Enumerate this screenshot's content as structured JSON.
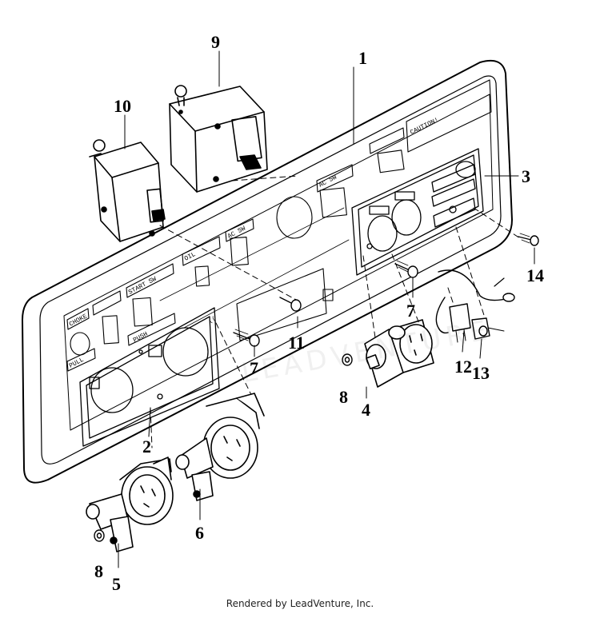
{
  "parts": [
    {
      "id": "p1",
      "label": "1"
    },
    {
      "id": "p2",
      "label": "2"
    },
    {
      "id": "p3",
      "label": "3"
    },
    {
      "id": "p4",
      "label": "4"
    },
    {
      "id": "p5",
      "label": "5"
    },
    {
      "id": "p6",
      "label": "6"
    },
    {
      "id": "p7a",
      "label": "7"
    },
    {
      "id": "p7b",
      "label": "7"
    },
    {
      "id": "p8a",
      "label": "8"
    },
    {
      "id": "p8b",
      "label": "8"
    },
    {
      "id": "p9",
      "label": "9"
    },
    {
      "id": "p10",
      "label": "10"
    },
    {
      "id": "p11",
      "label": "11"
    },
    {
      "id": "p12",
      "label": "12"
    },
    {
      "id": "p13",
      "label": "13"
    },
    {
      "id": "p14",
      "label": "14"
    }
  ],
  "panel_labels": {
    "choke": "CHOKE",
    "start": "START SW",
    "ac_sw_1": "AC SW",
    "ac_sw_2": "AC SW",
    "caution": "CAUTION!",
    "oil": "OIL",
    "push": "PUSH",
    "pull": "PULL"
  },
  "watermark": "LEADVENTURE",
  "footer": "Rendered by LeadVenture, Inc."
}
